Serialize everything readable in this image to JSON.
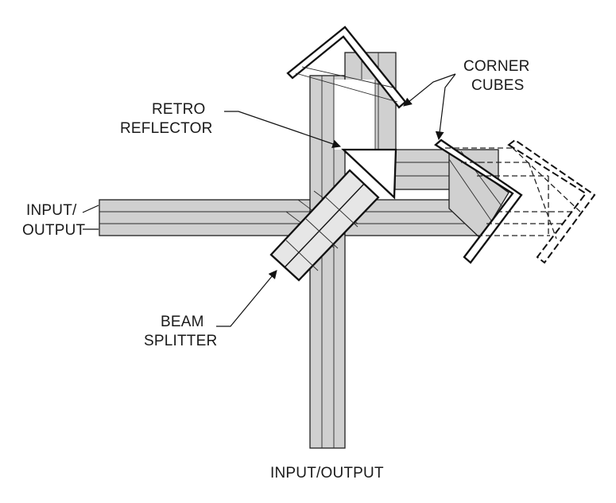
{
  "labels": {
    "corner_cubes_line1": "CORNER",
    "corner_cubes_line2": "CUBES",
    "retro_reflector_line1": "RETRO",
    "retro_reflector_line2": "REFLECTOR",
    "input_output_left_line1": "INPUT/",
    "input_output_left_line2": "OUTPUT",
    "beam_splitter_line1": "BEAM",
    "beam_splitter_line2": "SPLITTER",
    "input_output_bottom": "INPUT/OUTPUT"
  }
}
